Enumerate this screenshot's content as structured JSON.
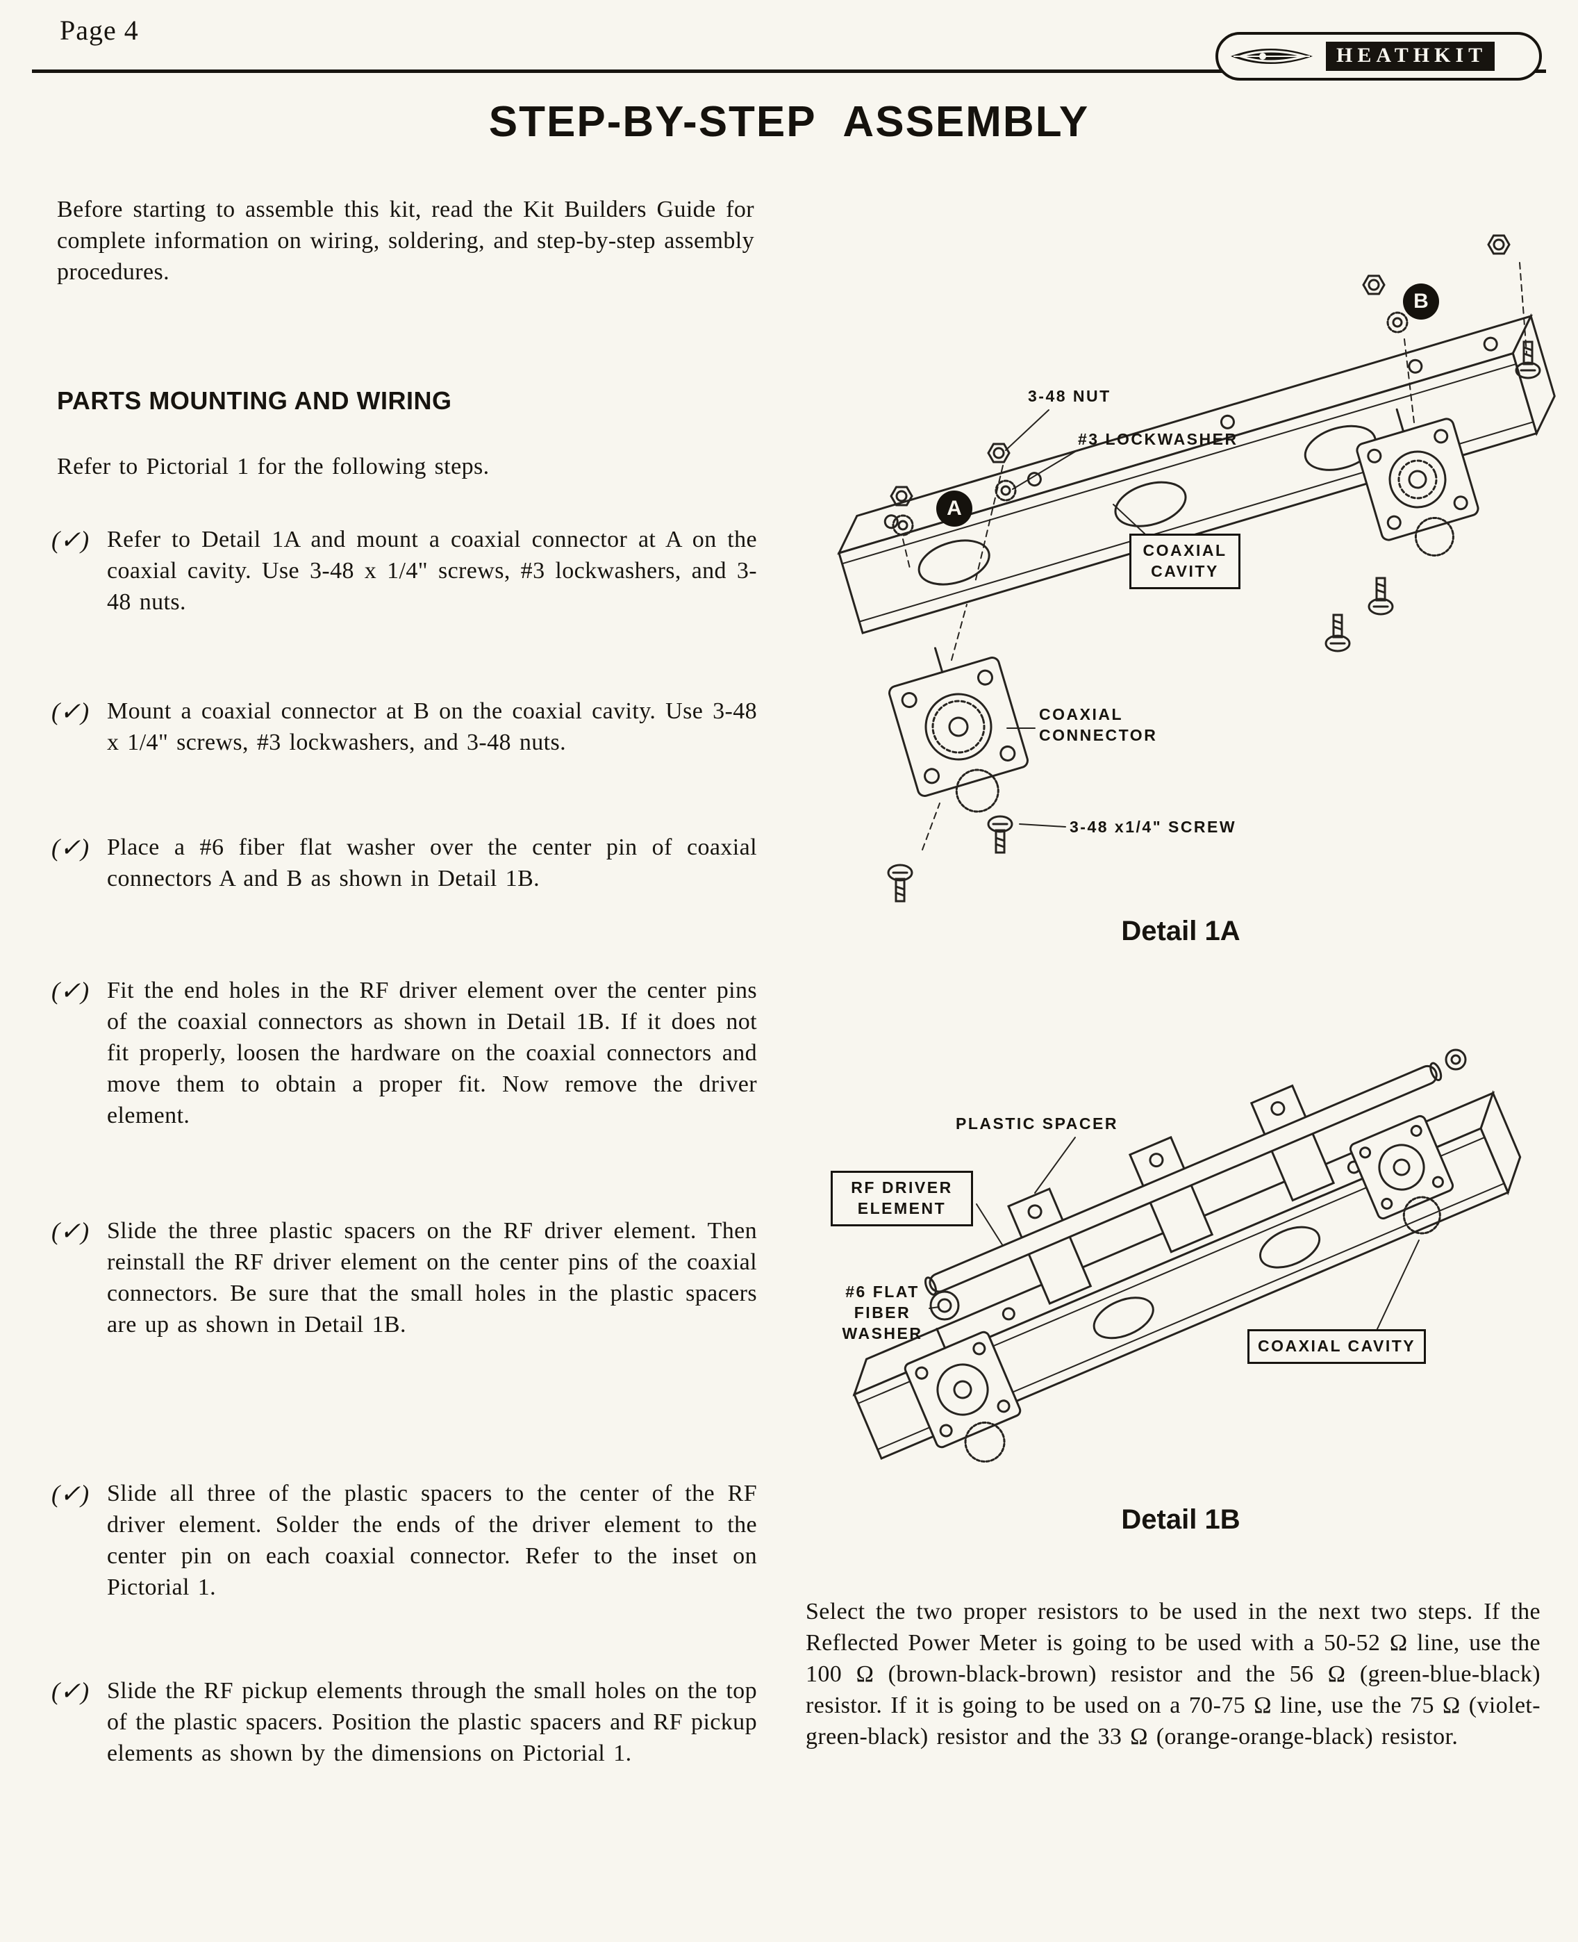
{
  "header": {
    "page_number": "Page 4",
    "logo_text": "HEATHKIT"
  },
  "title": "STEP-BY-STEP ASSEMBLY",
  "left_column": {
    "intro": "Before starting to assemble this kit, read the Kit Builders Guide for complete information on wiring, soldering, and step-by-step assembly procedures.",
    "section_heading": "PARTS MOUNTING AND WIRING",
    "refer_line": "Refer to Pictorial 1 for the following steps.",
    "steps": [
      {
        "check": "(✓)",
        "text": "Refer to Detail 1A and mount a coaxial connector at A on the coaxial cavity. Use 3-48 x 1/4\" screws, #3 lockwashers, and 3-48 nuts."
      },
      {
        "check": "(✓)",
        "text": "Mount a coaxial connector at B on the coaxial cavity. Use 3-48 x 1/4\" screws, #3 lockwashers, and 3-48 nuts."
      },
      {
        "check": "(✓)",
        "text": "Place a #6 fiber flat washer over the center pin of coaxial connectors A and B as shown in Detail 1B."
      },
      {
        "check": "(✓)",
        "text": "Fit the end holes in the RF driver element over the center pins of the coaxial connectors as shown in Detail 1B. If it does not fit properly, loosen the hardware on the coaxial connectors and move them to obtain a proper fit. Now remove the driver element."
      },
      {
        "check": "(✓)",
        "text": "Slide the three plastic spacers on the RF driver element. Then reinstall the RF driver element on the center pins of the coaxial connectors. Be sure that the small holes in the plastic spacers are up as shown in Detail 1B."
      },
      {
        "check": "(✓)",
        "text": "Slide all three of the plastic spacers to the center of the RF driver element. Solder the ends of the driver element to the center pin on each coaxial connector. Refer to the inset on Pictorial 1."
      },
      {
        "check": "(✓)",
        "text": "Slide the RF pickup elements through the small holes on the top of the plastic spacers. Position the plastic spacers and RF pickup elements as shown by the dimensions on Pictorial 1."
      }
    ]
  },
  "detail_1a": {
    "caption": "Detail 1A",
    "callout_a": "A",
    "callout_b": "B",
    "label_nut": "3-48 NUT",
    "label_lockwasher": "#3 LOCKWASHER",
    "label_cavity": "COAXIAL CAVITY",
    "label_connector": "COAXIAL CONNECTOR",
    "label_screw": "3-48 x1/4\" SCREW"
  },
  "detail_1b": {
    "caption": "Detail 1B",
    "label_spacer": "PLASTIC SPACER",
    "label_driver": "RF DRIVER ELEMENT",
    "label_washer": "#6 FLAT FIBER WASHER",
    "label_cavity": "COAXIAL CAVITY"
  },
  "right_column": {
    "resistor_paragraph": "Select the two proper resistors to be used in the next two steps. If the Reflected Power Meter is going to be used with a 50-52 Ω line, use the 100 Ω (brown-black-brown) resistor and the 56 Ω (green-blue-black) resistor. If it is going to be used on a 70-75 Ω line, use the 75 Ω (violet-green-black) resistor and the 33 Ω (orange-orange-black) resistor."
  }
}
